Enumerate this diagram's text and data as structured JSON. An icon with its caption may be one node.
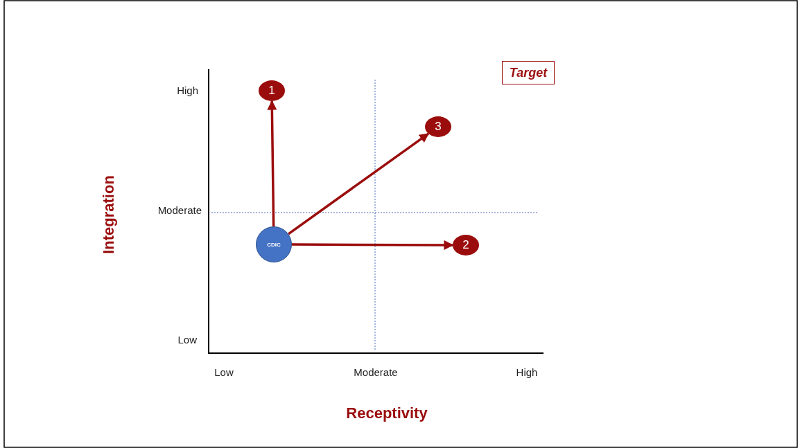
{
  "diagram": {
    "nodes": [
      {
        "text": [
          "Target"
        ]
      },
      {
        "text": [
          "1"
        ]
      },
      {
        "text": [
          "3"
        ]
      },
      {
        "text": [
          "CDIC"
        ]
      },
      {
        "text": [
          "2"
        ]
      }
    ],
    "edges": [
      {
        "from": 3,
        "to": 1,
        "arrow": "to"
      },
      {
        "from": 3,
        "to": 2,
        "arrow": "to"
      },
      {
        "from": 3,
        "to": 4,
        "arrow": "to"
      }
    ],
    "labels": [
      "High",
      "Moderate",
      "Integration",
      "Low",
      "Low",
      "Moderate",
      "High",
      "Receptivity"
    ]
  }
}
